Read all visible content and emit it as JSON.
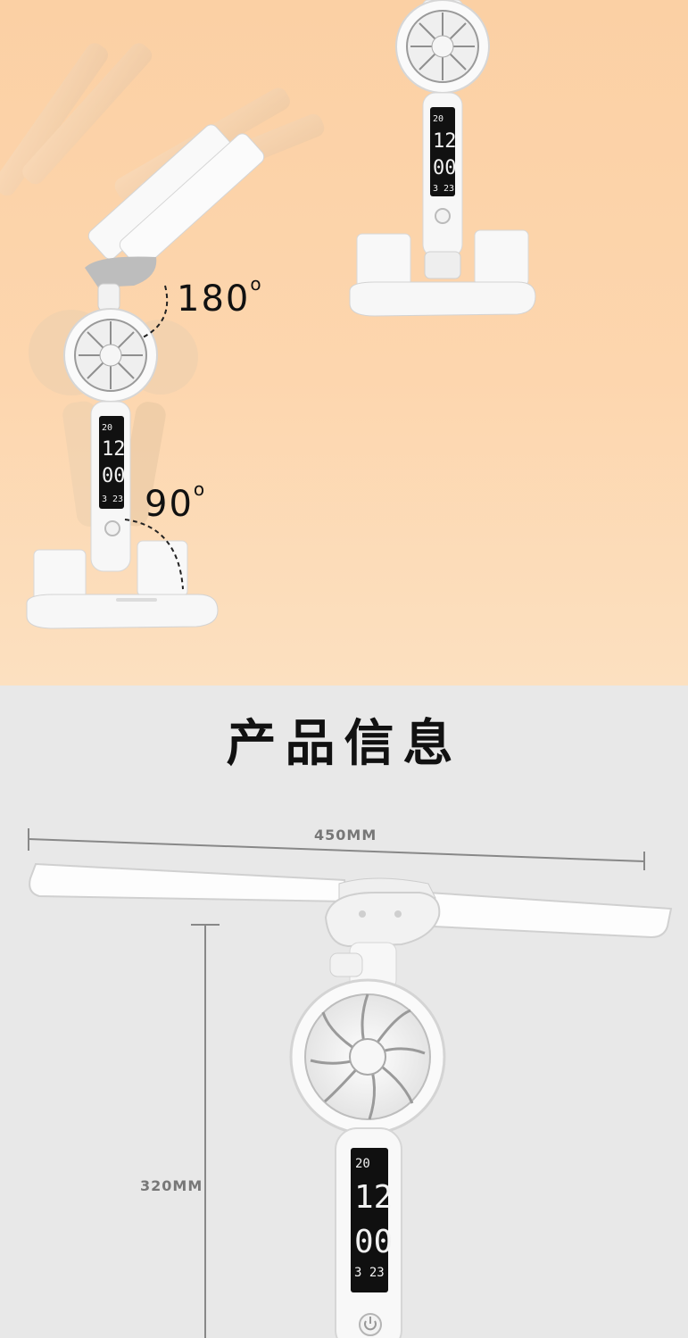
{
  "top_section": {
    "angle_180": {
      "value": "180",
      "unit": "o"
    },
    "angle_90": {
      "value": "90",
      "unit": "o"
    },
    "lcd_small": {
      "temp": "20",
      "time_h": "12",
      "time_m": "00",
      "date": "3 23"
    }
  },
  "info_section": {
    "title": "产品信息",
    "width_label": "450MM",
    "height_label": "320MM",
    "lcd": {
      "temp": "20",
      "time_h": "12",
      "time_m": "00",
      "date": "3 23"
    }
  },
  "colors": {
    "peach_bg": "#fdd3aa",
    "gray_bg": "#e8e8e8",
    "lamp_white": "#f7f7f7",
    "lcd_black": "#111111"
  }
}
